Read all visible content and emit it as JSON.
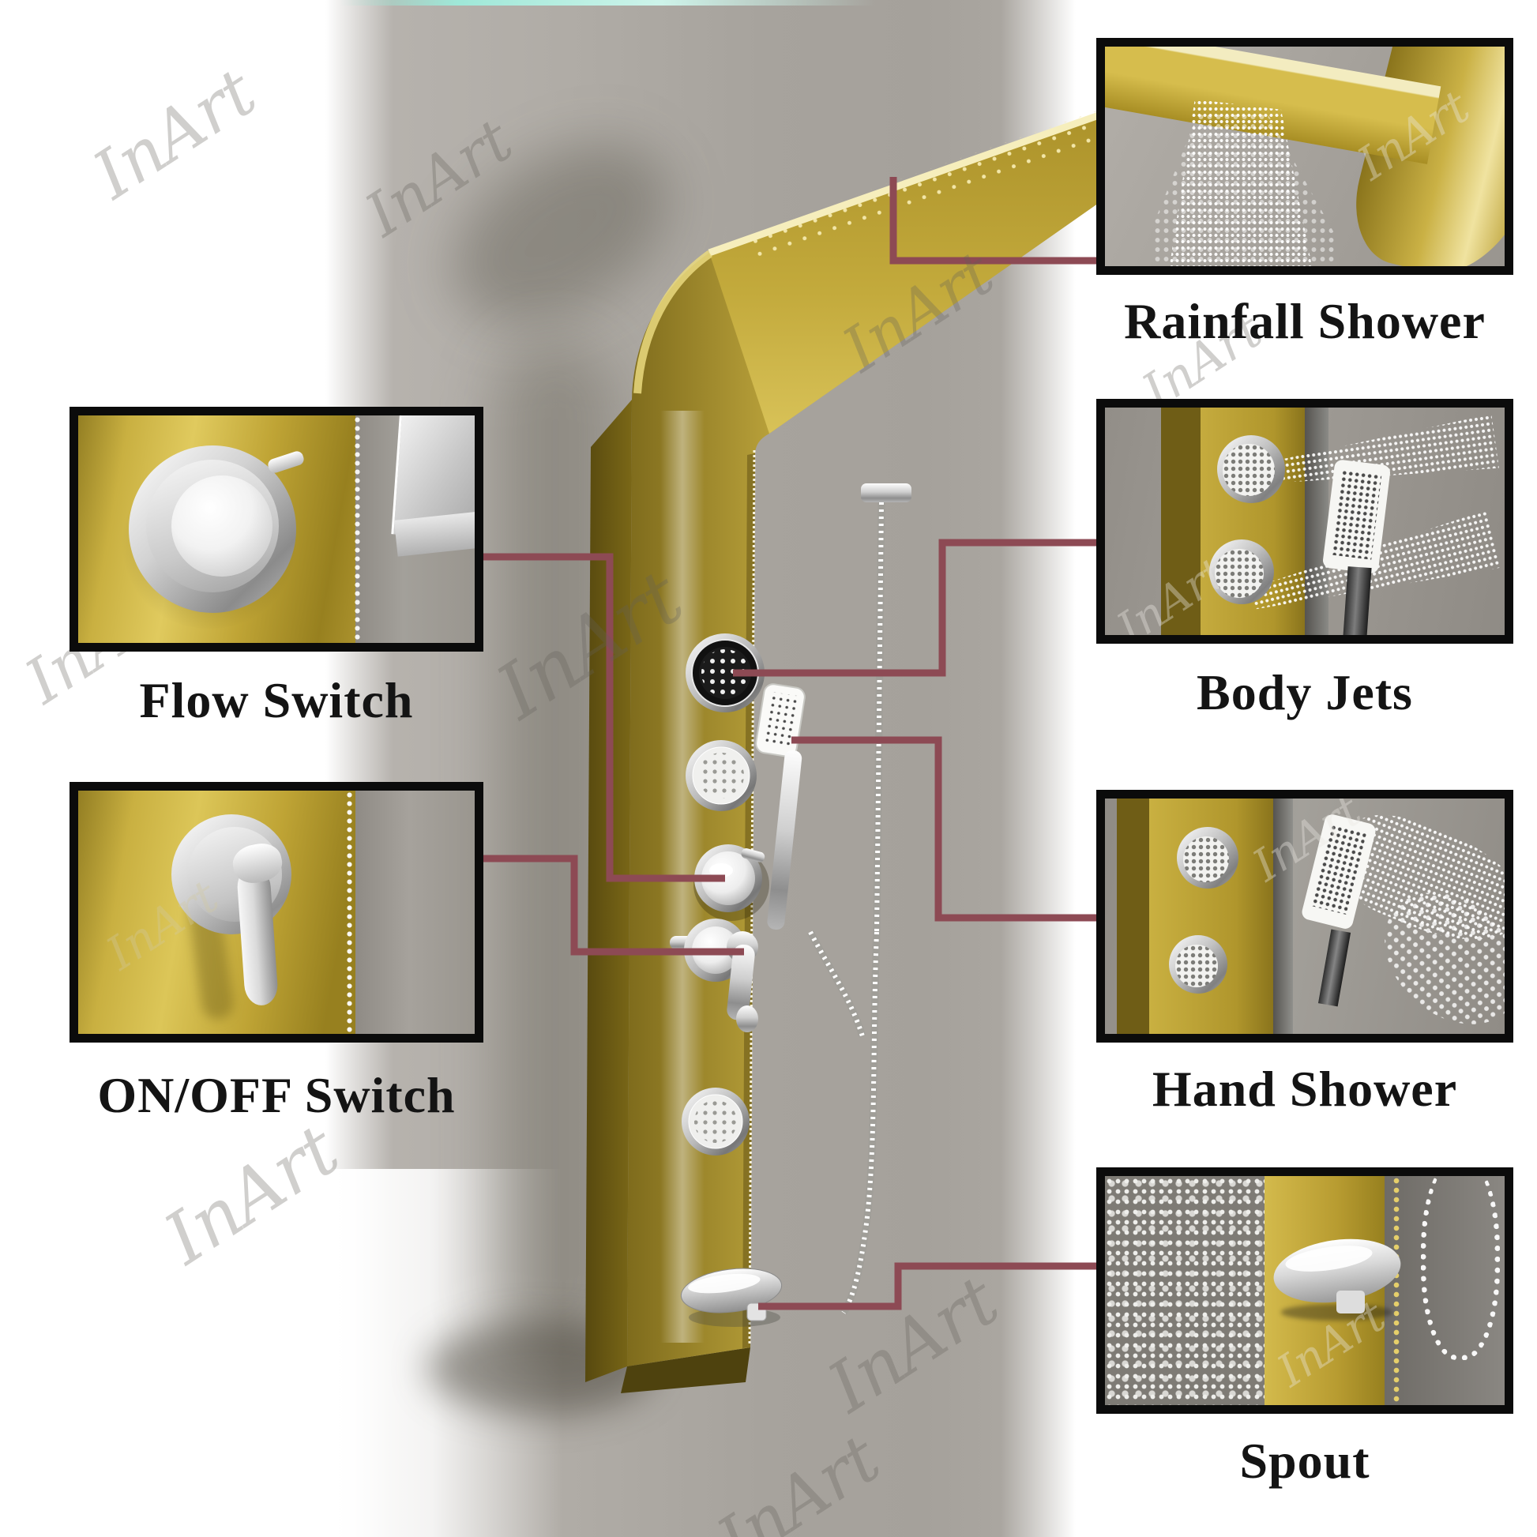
{
  "page": {
    "watermark_text": "InArt",
    "colors": {
      "wall": "#a7a39d",
      "accent_line": "#8d4a54",
      "gold_finish": "#b79b2f",
      "box_border": "#0b0b0b",
      "label_text": "#141414"
    }
  },
  "callouts": {
    "rainfall": {
      "label": "Rainfall Shower"
    },
    "body_jets": {
      "label": "Body Jets"
    },
    "hand_shower": {
      "label": "Hand Shower"
    },
    "spout": {
      "label": "Spout"
    },
    "flow_switch": {
      "label": "Flow Switch"
    },
    "on_off": {
      "label": "ON/OFF Switch"
    }
  }
}
